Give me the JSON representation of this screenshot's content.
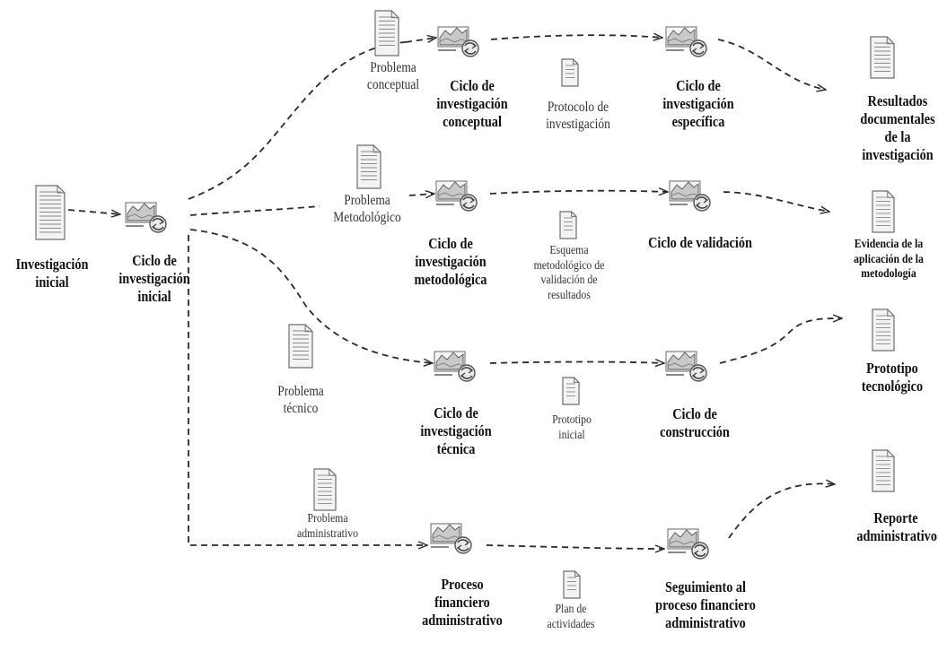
{
  "colors": {
    "line": "#2a2a2a",
    "doc_fill": "#f3f3f3",
    "doc_stroke": "#6e6e6e",
    "cycle_stroke": "#6a6a6a",
    "cycle_fill": "#e9e9e9"
  },
  "icons": {
    "document": "document-icon",
    "cycle": "cycle-process-icon"
  },
  "nodes": {
    "inv_inicial": "Investigación inicial",
    "ciclo_inicial": "Ciclo de investigación inicial",
    "problema_conceptual": "Problema conceptual",
    "ciclo_conceptual": "Ciclo de investigación conceptual",
    "protocolo": "Protocolo de investigación",
    "ciclo_especifica": "Ciclo de investigación específica",
    "resultados": "Resultados documentales de la investigación",
    "problema_metodologico": "Problema Metodológico",
    "ciclo_metodologica": "Ciclo de investigación metodológica",
    "esquema": "Esquema metodológico de validación de resultados",
    "ciclo_validacion": "Ciclo de validación",
    "evidencia": "Evidencia de la aplicación de la metodología",
    "problema_tecnico": "Problema técnico",
    "ciclo_tecnica": "Ciclo de investigación técnica",
    "prototipo_inicial": "Prototipo inicial",
    "ciclo_construccion": "Ciclo de construcción",
    "prototipo_tecnologico": "Prototipo tecnológico",
    "problema_administrativo": "Problema administrativo",
    "proceso_financiero": "Proceso financiero administrativo",
    "plan": "Plan de actividades",
    "seguimiento": "Seguimiento al proceso financiero administrativo",
    "reporte": "Reporte administrativo"
  }
}
